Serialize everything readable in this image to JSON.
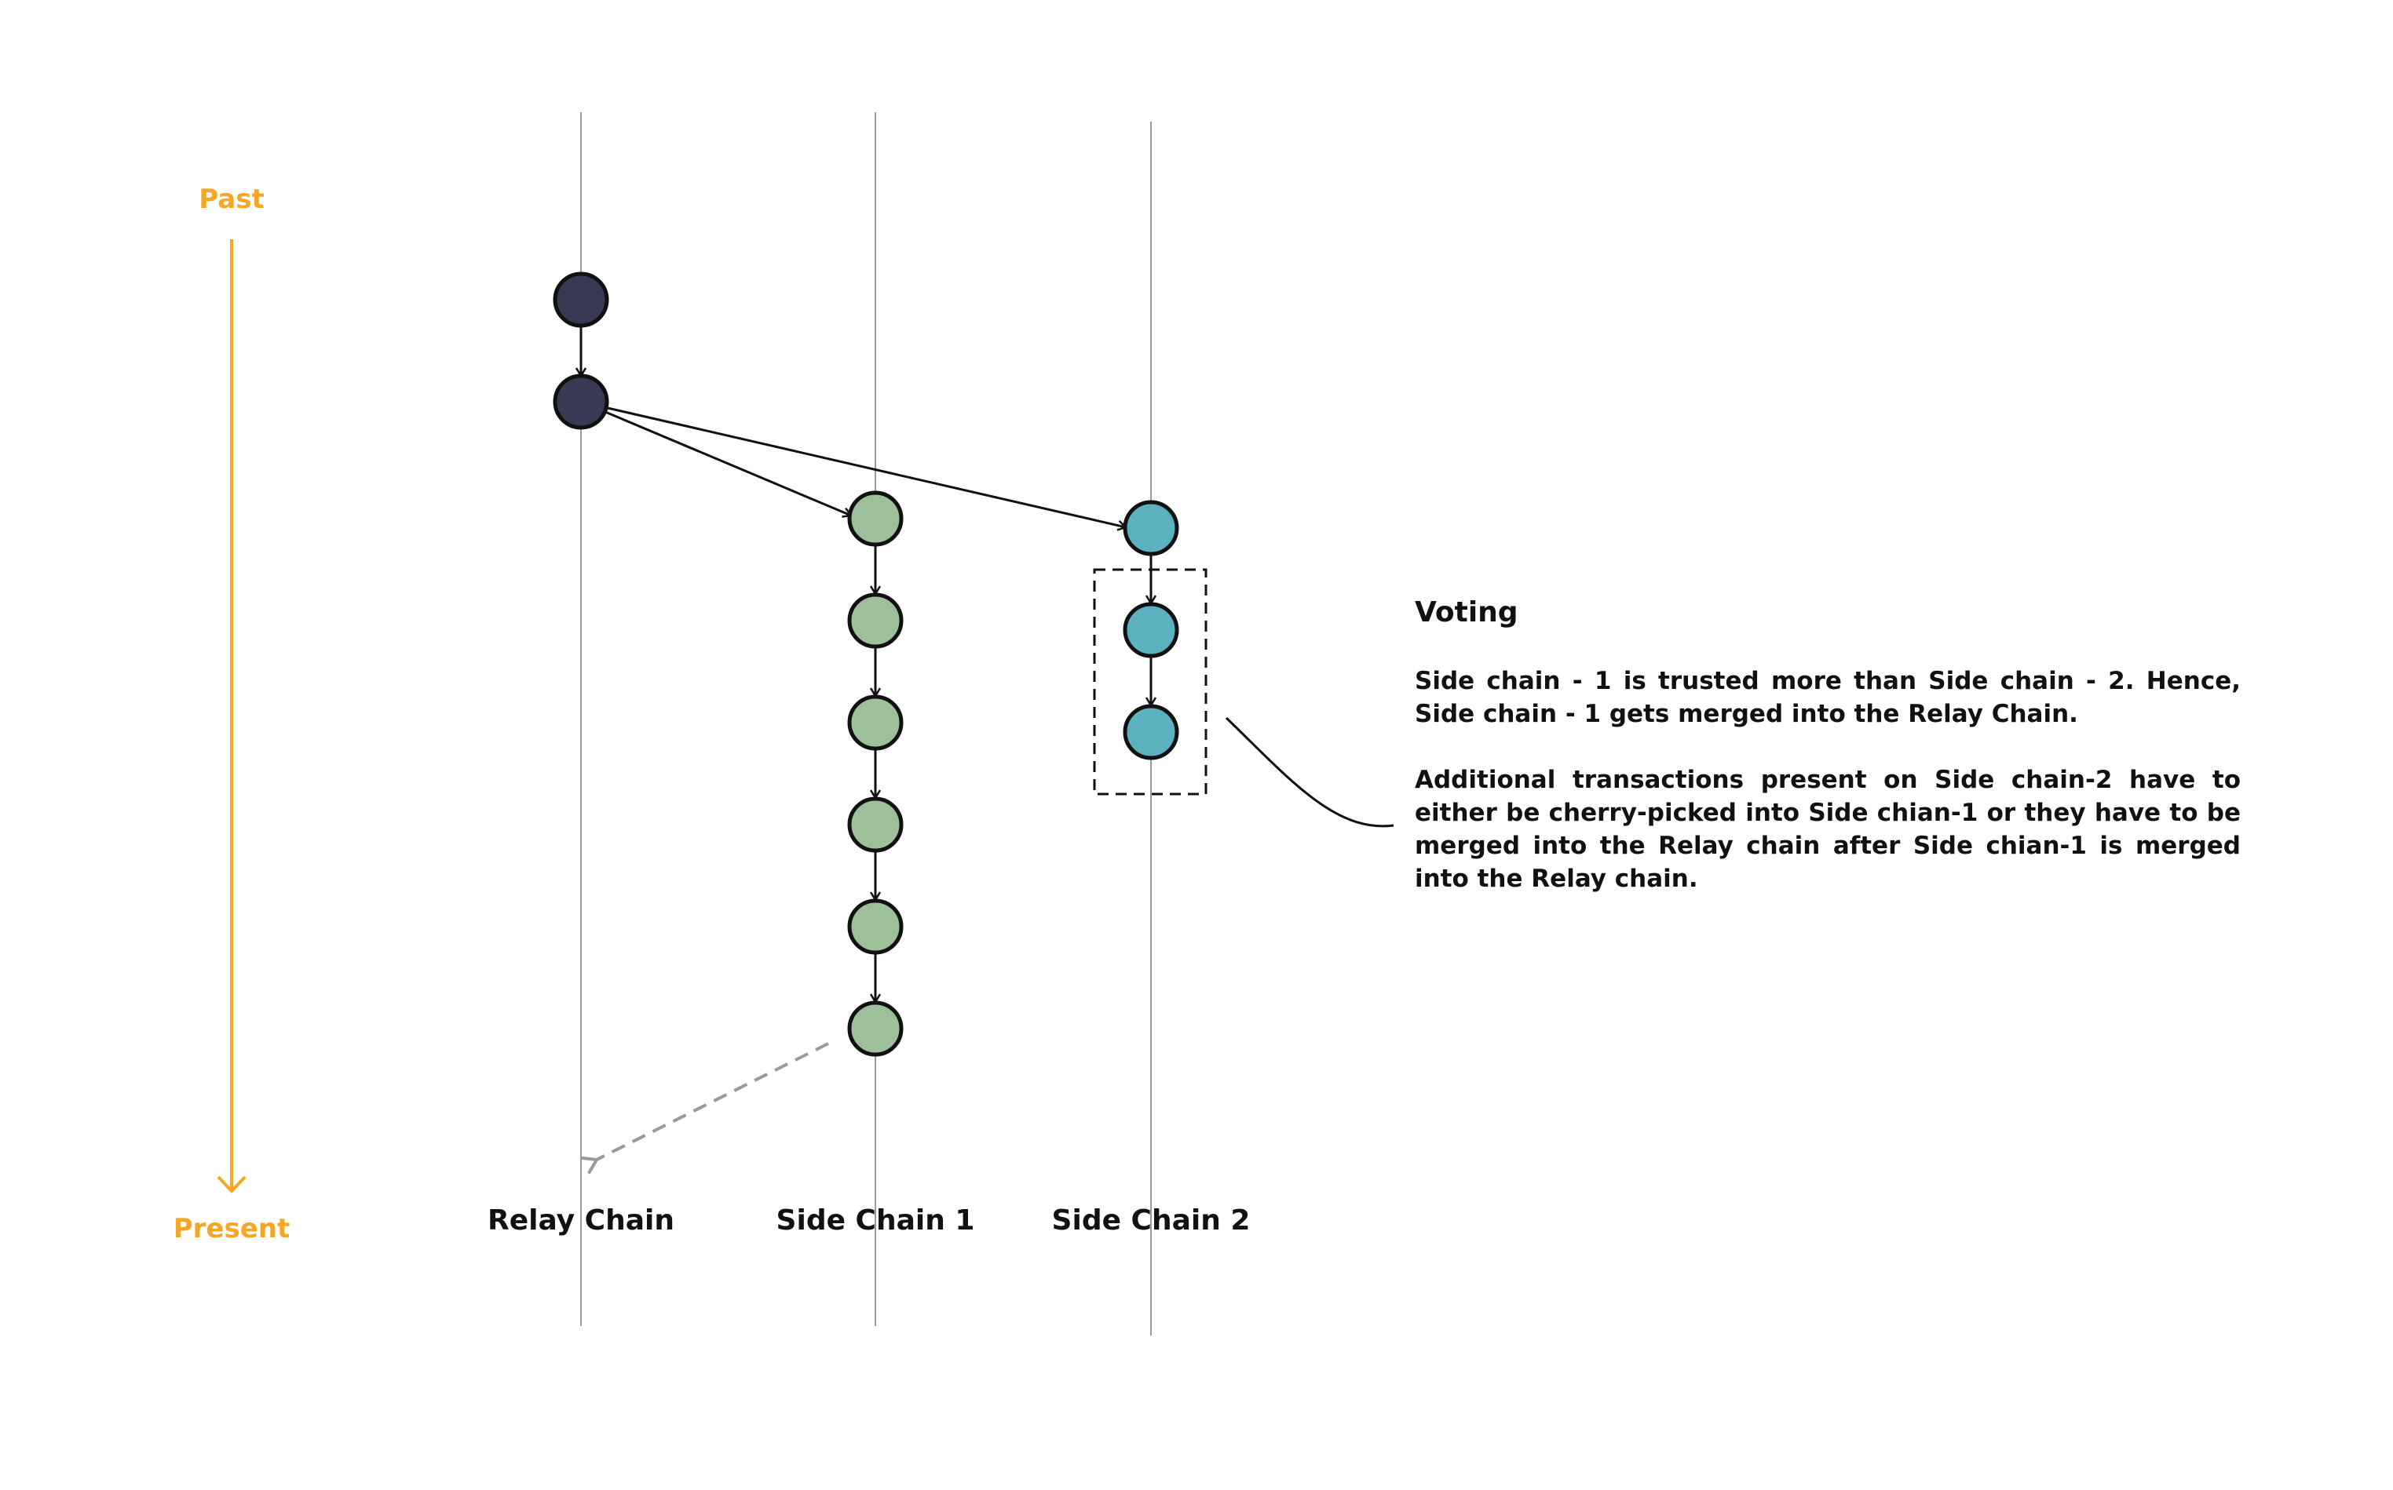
{
  "timeline": {
    "past_label": "Past",
    "present_label": "Present",
    "color": "#F5A623"
  },
  "chains": [
    {
      "id": "relay",
      "label": "Relay Chain",
      "node_color": "#373A52",
      "block_count": 2
    },
    {
      "id": "side1",
      "label": "Side Chain 1",
      "node_color": "#9DBF9A",
      "block_count": 6
    },
    {
      "id": "side2",
      "label": "Side Chain 2",
      "node_color": "#5BB1BF",
      "block_count": 3
    }
  ],
  "note": {
    "title": "Voting",
    "paragraph1": "Side chain - 1 is trusted more than Side chain - 2. Hence, Side chain - 1 gets merged into the Relay Chain.",
    "paragraph2": "Additional transactions present on Side chain-2 have to either be cherry-picked into Side chian-1 or they have to be merged into the Relay chain after Side chian-1 is merged into the Relay chain."
  },
  "colors": {
    "lane_line": "#9A9A9A",
    "edge": "#111111",
    "merge_arrow": "#9A9A9A",
    "highlight_box": "#111111"
  }
}
